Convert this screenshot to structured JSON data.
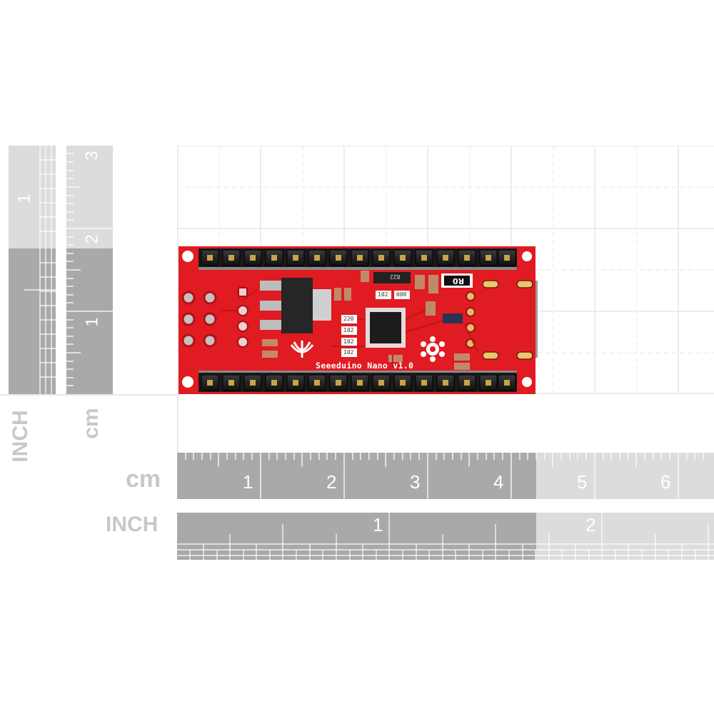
{
  "board": {
    "silkscreen": "Seeeduino Nano v1.0",
    "resistor_codes": [
      "220",
      "102",
      "102",
      "102"
    ],
    "top_codes": [
      "822",
      "102",
      "000"
    ],
    "shunt_label": "R0",
    "pcb_color": "#e01b22",
    "header_pins_per_row": 15
  },
  "rulers": {
    "left_inch": {
      "unit_label": "INCH",
      "ticks": [
        "1"
      ]
    },
    "left_cm": {
      "unit_label": "cm",
      "ticks": [
        "1",
        "2",
        "3"
      ]
    },
    "bottom_cm": {
      "unit_label": "cm",
      "ticks": [
        "1",
        "2",
        "3",
        "4",
        "5",
        "6"
      ]
    },
    "bottom_inch": {
      "unit_label": "INCH",
      "ticks": [
        "1",
        "2"
      ]
    }
  },
  "colors": {
    "ruler_dark": "#a9a9a9",
    "ruler_light": "#dcdcdc",
    "grid": "#e4e4e4",
    "label": "#c8c8c8"
  }
}
